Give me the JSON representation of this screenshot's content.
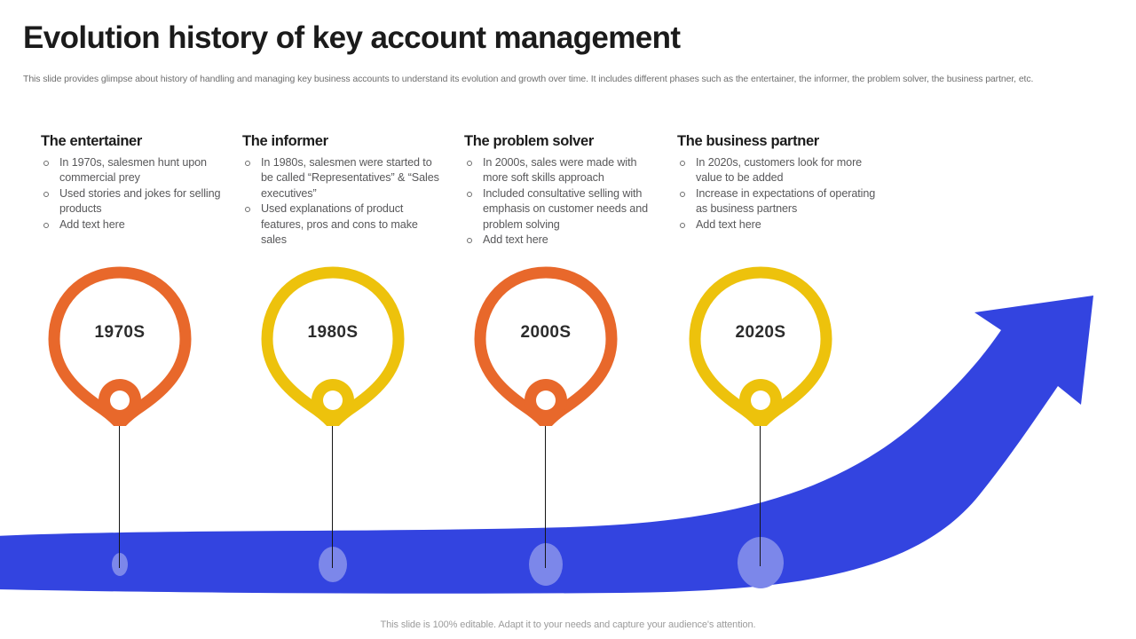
{
  "header": {
    "title": "Evolution history of key account management",
    "description": "This slide provides glimpse about history of handling and managing key business accounts to understand its evolution and growth over time. It includes different phases such as the entertainer, the informer, the problem solver, the business partner, etc."
  },
  "colors": {
    "orange": "#E8682B",
    "yellow": "#EDC20C",
    "blue": "#3344E0",
    "blue_light": "#7C87EA",
    "title": "#1b1b1b",
    "body_text": "#58585a",
    "muted": "#9b9b9b"
  },
  "phases": [
    {
      "title": "The entertainer",
      "year": "1970S",
      "color": "#E8682B",
      "bullets": [
        "In 1970s, salesmen hunt upon commercial prey",
        "Used stories and jokes for selling products",
        "Add text here"
      ]
    },
    {
      "title": "The informer",
      "year": "1980S",
      "color": "#EDC20C",
      "bullets": [
        "In 1980s, salesmen were started to be called “Representatives” & “Sales executives”",
        "Used explanations of product features, pros and cons to make sales"
      ]
    },
    {
      "title": "The problem solver",
      "year": "2000S",
      "color": "#E8682B",
      "bullets": [
        "In 2000s, sales were made with more soft skills approach",
        "Included consultative selling with emphasis on customer needs and problem solving",
        "Add text here"
      ]
    },
    {
      "title": "The business partner",
      "year": "2020S",
      "color": "#EDC20C",
      "bullets": [
        "In 2020s, customers look for more value to be added",
        "Increase in expectations of operating as business partners",
        "Add text here"
      ]
    }
  ],
  "footer": {
    "note": "This slide is 100% editable. Adapt it to your needs and capture your audience's attention."
  }
}
